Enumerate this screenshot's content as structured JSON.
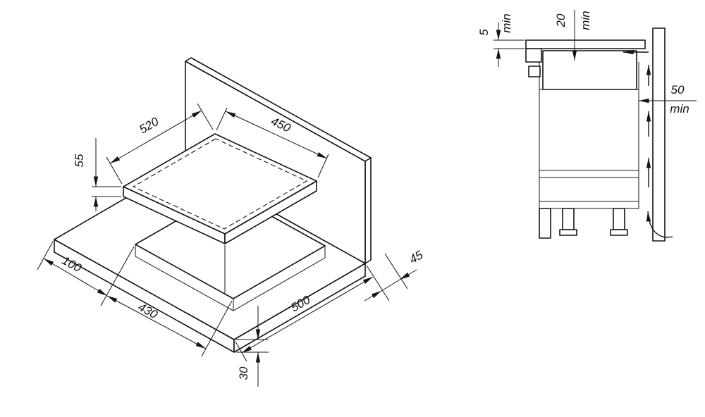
{
  "colors": {
    "line": "#141414",
    "background": "#ffffff"
  },
  "isometric": {
    "dimensions": {
      "hob_width": "520",
      "hob_depth": "450",
      "hob_height": "55",
      "side_clearance": "100",
      "cutout_width": "430",
      "front_edge": "500",
      "rear_clearance": "45",
      "worktop_thickness": "30"
    }
  },
  "section": {
    "dimensions": {
      "glass_proud": {
        "value": "5",
        "unit": "min"
      },
      "rear_top_gap": {
        "value": "20",
        "unit": "min"
      },
      "wall_gap": {
        "value": "50",
        "unit": "min"
      }
    }
  }
}
